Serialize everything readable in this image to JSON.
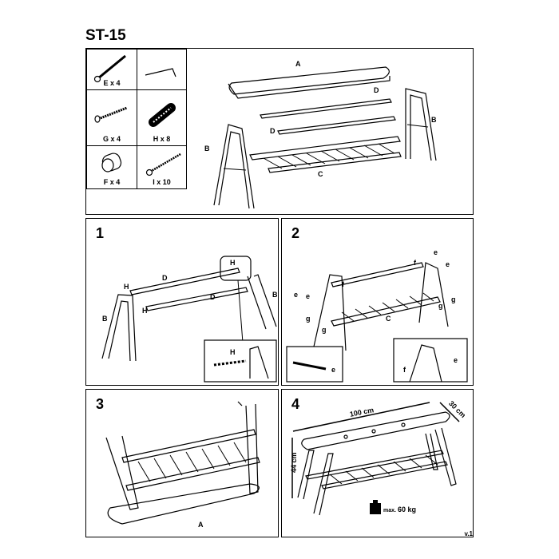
{
  "title": "ST-15",
  "parts": [
    {
      "label": "E x 4",
      "icon": "bolt-icon"
    },
    {
      "label": "",
      "icon": "allen-key-icon"
    },
    {
      "label": "G x 4",
      "icon": "screw-icon"
    },
    {
      "label": "H x 8",
      "icon": "dowel-icon"
    },
    {
      "label": "F x 4",
      "icon": "barrel-nut-icon"
    },
    {
      "label": "I x 10",
      "icon": "wood-screw-icon"
    }
  ],
  "overview": {
    "A": "A",
    "B": "B",
    "C": "C",
    "D": "D"
  },
  "steps": [
    {
      "number": "1",
      "labels": {
        "H": "H",
        "D": "D",
        "B": "B"
      }
    },
    {
      "number": "2",
      "labels": {
        "e": "e",
        "f": "f",
        "g": "g",
        "C": "C"
      }
    },
    {
      "number": "3",
      "labels": {
        "A": "A"
      }
    },
    {
      "number": "4",
      "dims": {
        "length": "100 cm",
        "depth": "30 cm",
        "height": "44 cm"
      },
      "max_load_label": "max.",
      "max_load_value": "60 kg"
    }
  ],
  "version": "v.1"
}
